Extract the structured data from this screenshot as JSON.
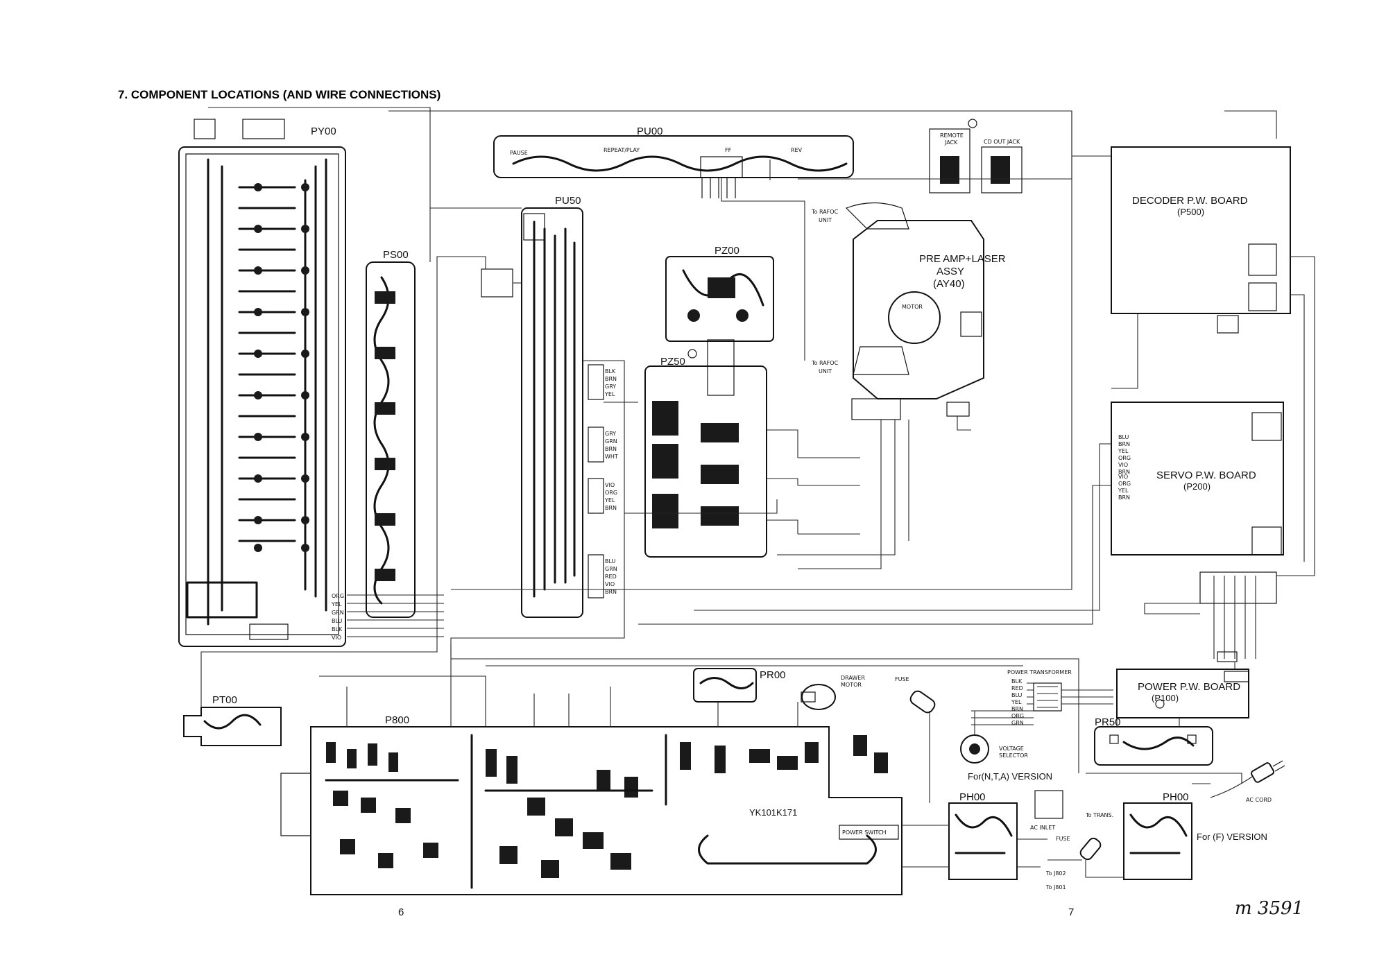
{
  "page": {
    "title": "7. COMPONENT LOCATIONS (AND WIRE CONNECTIONS)",
    "page_left": "6",
    "page_right": "7",
    "handwritten_note": "m 3591"
  },
  "boards": {
    "py00": "PY00",
    "ps00": "PS00",
    "pu00": "PU00",
    "pu50": "PU50",
    "pz00": "PZ00",
    "pz50": "PZ50",
    "pr00": "PR00",
    "pt00": "PT00",
    "p800": "P800",
    "pr50": "PR50",
    "ph00_left": "PH00",
    "ph00_right": "PH00"
  },
  "units": {
    "decoder_title": "DECODER P.W. BOARD",
    "decoder_code": "(P500)",
    "servo_title": "SERVO P.W. BOARD",
    "servo_code": "(P200)",
    "power_title": "POWER P.W. BOARD",
    "power_code": "(P100)",
    "preamp_line1": "PRE AMP+LASER",
    "preamp_line2": "ASSY",
    "preamp_line3": "(AY40)",
    "motor": "MOTOR",
    "to_rafoc_1a": "To RAFOC",
    "to_rafoc_1b": "UNIT",
    "to_rafoc_2a": "To RAFOC",
    "to_rafoc_2b": "UNIT",
    "remote_jack_a": "REMOTE",
    "remote_jack_b": "JACK",
    "cd_out_jack": "CD OUT JACK",
    "drawer_motor_a": "DRAWER",
    "drawer_motor_b": "MOTOR",
    "fuse_top": "FUSE",
    "power_transformer": "POWER TRANSFORMER",
    "voltage_selector_a": "VOLTAGE",
    "voltage_selector_b": "SELECTOR",
    "for_nta": "For(N,T,A) VERSION",
    "for_f": "For (F) VERSION",
    "ac_inlet": "AC INLET",
    "ac_cord": "AC CORD",
    "fuse_bottom": "FUSE",
    "to_trans": "To TRANS.",
    "to_j802": "To J802",
    "to_j801": "To J801",
    "power_switch": "POWER  SWITCH",
    "board_code": "YK101K171"
  },
  "pu00_buttons": [
    "PAUSE",
    "REPEAT/PLAY",
    "FF",
    "REV"
  ],
  "wire_colors": {
    "py00_bottom": [
      "ORG",
      "YEL",
      "GRN",
      "BLU",
      "BLK",
      "VIO"
    ],
    "wu60": [
      "BLK",
      "BRN",
      "GRY",
      "YEL"
    ],
    "wu57": [
      "GRY",
      "GRN",
      "BRN",
      "WHT"
    ],
    "wu56": [
      "VIO",
      "ORG",
      "YEL",
      "BRN"
    ],
    "wu54": [
      "BLU",
      "GRN",
      "RED",
      "VIO",
      "BRN"
    ],
    "servo_left_a": [
      "BLU",
      "BRN",
      "YEL",
      "ORG",
      "VIO",
      "BRN"
    ],
    "servo_left_b": [
      "VIO",
      "ORG",
      "YEL",
      "BRN"
    ],
    "transformer": [
      "BLK",
      "RED",
      "BLU",
      "YEL",
      "BRN",
      "ORG",
      "GRN"
    ]
  },
  "colors": {
    "ink": "#111111",
    "paper": "#ffffff"
  }
}
